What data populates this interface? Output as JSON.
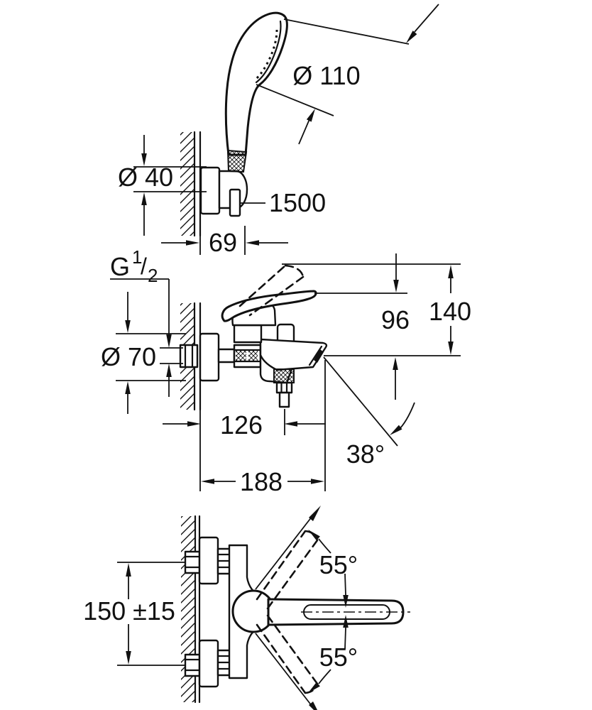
{
  "drawing": {
    "background": "#ffffff",
    "line_color": "#111111"
  },
  "dims": {
    "head_diameter": "Ø 110",
    "holder_diameter": "Ø 40",
    "hose_length": "1500",
    "holder_depth": "69",
    "thread_prefix": "G",
    "thread_sup": "1",
    "thread_slash": "/",
    "thread_sub": "2",
    "escutcheon_diameter": "Ø 70",
    "lever_height": "96",
    "max_height": "140",
    "outlet_offset": "126",
    "spout_angle": "38°",
    "spout_reach": "188",
    "center_distance": "150 ±15",
    "swivel_up": "55°",
    "swivel_down": "55°"
  }
}
